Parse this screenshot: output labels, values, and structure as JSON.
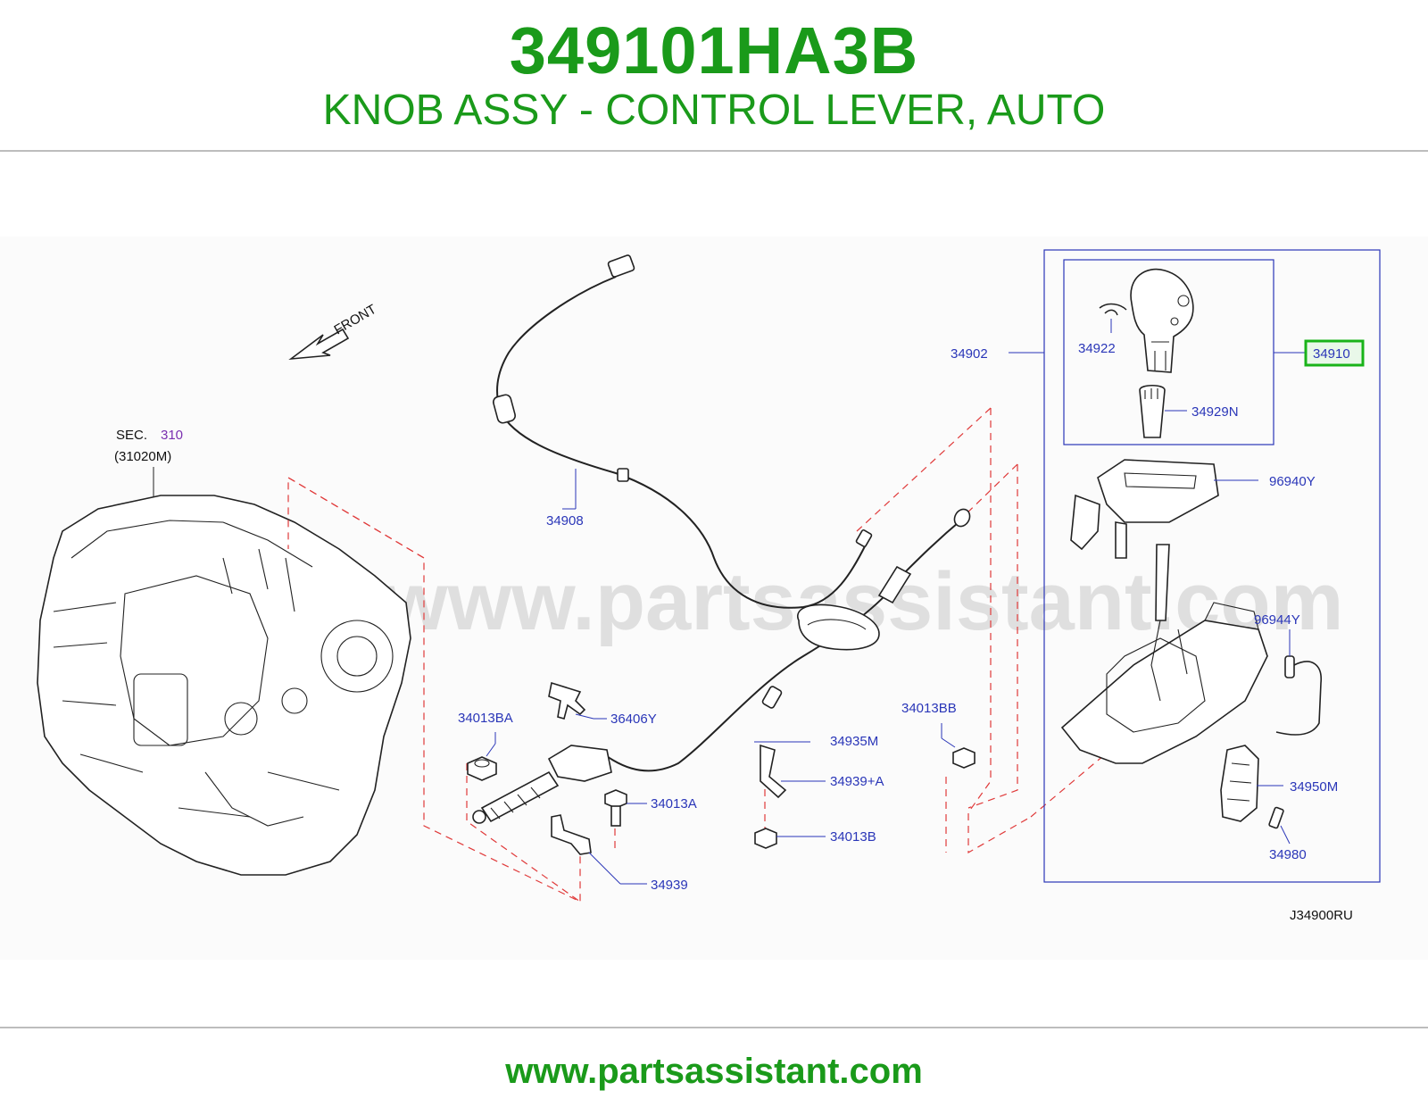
{
  "header": {
    "part_number": "349101HA3B",
    "description": "KNOB ASSY - CONTROL LEVER, AUTO"
  },
  "footer": {
    "url": "www.partsassistant.com"
  },
  "watermark": "www.partsassistant.com",
  "diagram": {
    "front_label": "FRONT",
    "sec_label": "SEC.",
    "sec_number": "310",
    "sec_ref": "(31020M)",
    "diagram_code": "J34900RU",
    "highlight_color": "#19b319",
    "callouts": {
      "c34902": "34902",
      "c34922": "34922",
      "c34910": "34910",
      "c34929N": "34929N",
      "c96940Y": "96940Y",
      "c96944Y": "96944Y",
      "c34950M": "34950M",
      "c34980": "34980",
      "c34908": "34908",
      "c36406Y": "36406Y",
      "c34013BA": "34013BA",
      "c34013BB": "34013BB",
      "c34935M": "34935M",
      "c34939A": "34939+A",
      "c34013A": "34013A",
      "c34013B": "34013B",
      "c34939": "34939"
    }
  }
}
